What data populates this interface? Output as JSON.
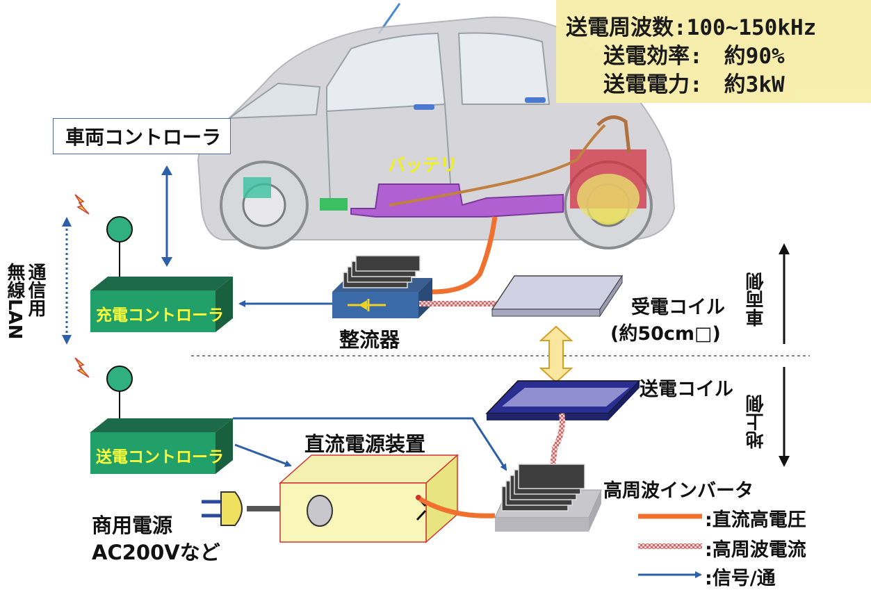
{
  "spec": {
    "frequency": "送電周波数:100~150kHz",
    "efficiency": "送電効率:　約90%",
    "power": "送電電力:　約3kW"
  },
  "labels": {
    "vehicle_controller": "車両コントローラ",
    "battery": "バッテリ",
    "charge_controller": "充電コントローラ",
    "transmit_controller": "送電コントローラ",
    "rectifier": "整流器",
    "receive_coil": "受電コイル",
    "receive_coil_size": "(約50cm□)",
    "transmit_coil": "送電コイル",
    "dc_power_supply": "直流電源装置",
    "hf_inverter": "高周波インバータ",
    "commercial_power_1": "商用電源",
    "commercial_power_2": "AC200Vなど",
    "comm_wireless_1": "通信用",
    "comm_wireless_2": "無線LAN",
    "vehicle_side": "車両側",
    "ground_side": "地上側"
  },
  "legend": {
    "dc_high_voltage": ":直流高電圧",
    "hf_current": ":高周波電流",
    "signal": ":信号/通"
  },
  "colors": {
    "dc_line": "#f07030",
    "hf_line": "#d88080",
    "signal_line": "#2d5fa8",
    "controller_green": "#21a06a",
    "battery_purple": "#b060d0",
    "spec_bg": "#f7eeaa"
  }
}
